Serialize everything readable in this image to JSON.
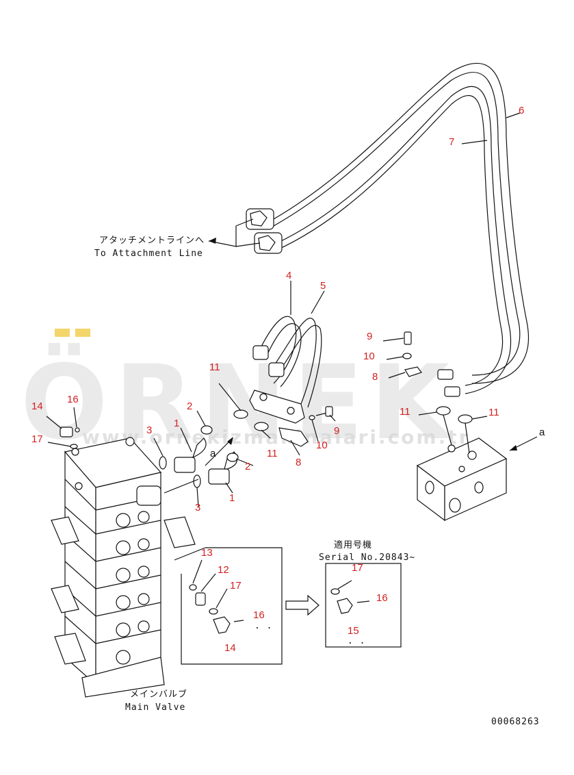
{
  "labels": {
    "attachment_jp": "アタッチメントラインへ",
    "attachment_en": "To Attachment Line",
    "serial_jp": "適用号機",
    "serial_en": "Serial No.20843~",
    "main_valve_jp": "メインバルブ",
    "main_valve_en": "Main Valve",
    "drawing_number": "00068263",
    "connection_a": "a"
  },
  "watermark": {
    "brand": "ÖRNEK",
    "url": "www.ornekizmakinalari.com.tr"
  },
  "callouts": [
    {
      "id": "c6",
      "text": "6"
    },
    {
      "id": "c7",
      "text": "7"
    },
    {
      "id": "c4",
      "text": "4"
    },
    {
      "id": "c5",
      "text": "5"
    },
    {
      "id": "c9a",
      "text": "9"
    },
    {
      "id": "c10a",
      "text": "10"
    },
    {
      "id": "c8a",
      "text": "8"
    },
    {
      "id": "c11a",
      "text": "11"
    },
    {
      "id": "c2a",
      "text": "2"
    },
    {
      "id": "c1a",
      "text": "1"
    },
    {
      "id": "c3a",
      "text": "3"
    },
    {
      "id": "c16a",
      "text": "16"
    },
    {
      "id": "c14a",
      "text": "14"
    },
    {
      "id": "c17a",
      "text": "17"
    },
    {
      "id": "c9b",
      "text": "9"
    },
    {
      "id": "c10b",
      "text": "10"
    },
    {
      "id": "c11b",
      "text": "11"
    },
    {
      "id": "c8b",
      "text": "8"
    },
    {
      "id": "c2b",
      "text": "2"
    },
    {
      "id": "c1b",
      "text": "1"
    },
    {
      "id": "c3b",
      "text": "3"
    },
    {
      "id": "c11c",
      "text": "11"
    },
    {
      "id": "c11d",
      "text": "11"
    },
    {
      "id": "c13",
      "text": "13"
    },
    {
      "id": "c12",
      "text": "12"
    },
    {
      "id": "c17b",
      "text": "17"
    },
    {
      "id": "c16b",
      "text": "16"
    },
    {
      "id": "c14b",
      "text": "14"
    },
    {
      "id": "c17c",
      "text": "17"
    },
    {
      "id": "c16c",
      "text": "16"
    },
    {
      "id": "c15",
      "text": "15"
    }
  ],
  "colors": {
    "callout": "#d42020",
    "line": "#111111",
    "watermark": "#d9d9d9",
    "watermark_accent": "#f3d56b"
  }
}
